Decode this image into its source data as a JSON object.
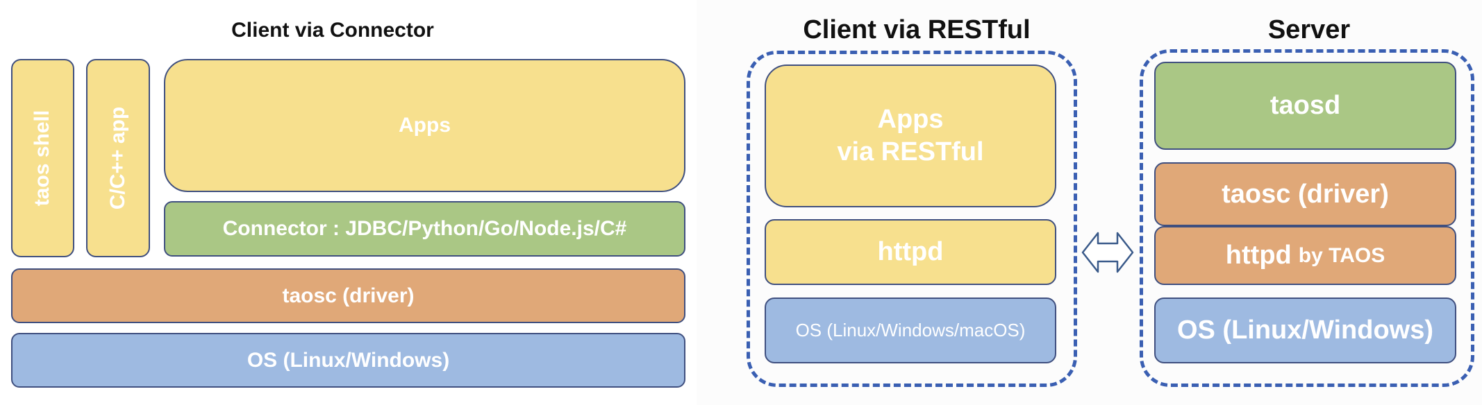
{
  "left": {
    "title": "Client via Connector",
    "taos_shell": "taos shell",
    "cpp_app": "C/C++ app",
    "apps": "Apps",
    "connector": "Connector : JDBC/Python/Go/Node.js/C#",
    "driver": "taosc (driver)",
    "os": "OS (Linux/Windows)"
  },
  "middle": {
    "title": "Client via RESTful",
    "apps_line1": "Apps",
    "apps_line2": "via RESTful",
    "httpd": "httpd",
    "os": "OS (Linux/Windows/macOS)"
  },
  "server": {
    "title": "Server",
    "taosd": "taosd",
    "driver": "taosc (driver)",
    "httpd": "httpd",
    "httpd_suffix": "by TAOS",
    "os": "OS (Linux/Windows)"
  },
  "icons": {
    "arrow": "double-arrow-icon"
  },
  "colors": {
    "yellow": "#f7e08e",
    "green": "#aac785",
    "orange": "#e0a878",
    "blue": "#9ebae1",
    "dashed_border": "#3a5fb2",
    "box_border": "#3f4f7f"
  }
}
